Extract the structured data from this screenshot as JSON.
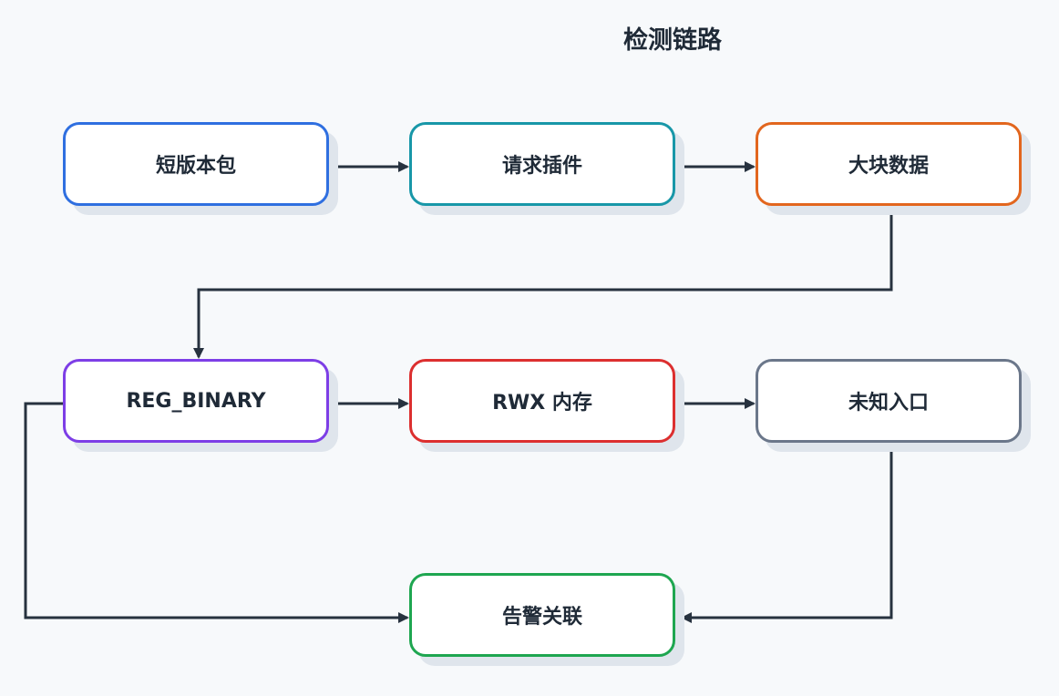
{
  "title": "检测链路",
  "nodes": [
    {
      "id": "n1",
      "label": "短版本包",
      "color": "#2f6fe0"
    },
    {
      "id": "n2",
      "label": "请求插件",
      "color": "#1897a8"
    },
    {
      "id": "n3",
      "label": "大块数据",
      "color": "#e2661e"
    },
    {
      "id": "n4",
      "label": "REG_BINARY",
      "color": "#7d3ee6"
    },
    {
      "id": "n5",
      "label": "RWX 内存",
      "color": "#dc2f2f"
    },
    {
      "id": "n6",
      "label": "未知入口",
      "color": "#6b778a"
    },
    {
      "id": "n7",
      "label": "告警关联",
      "color": "#1ea650"
    }
  ],
  "edges": [
    {
      "from": "短版本包",
      "to": "请求插件"
    },
    {
      "from": "请求插件",
      "to": "大块数据"
    },
    {
      "from": "大块数据",
      "to": "REG_BINARY"
    },
    {
      "from": "REG_BINARY",
      "to": "RWX 内存"
    },
    {
      "from": "RWX 内存",
      "to": "未知入口"
    },
    {
      "from": "REG_BINARY",
      "to": "告警关联"
    },
    {
      "from": "未知入口",
      "to": "告警关联"
    }
  ],
  "colors": {
    "edge": "#27323f",
    "background": "#f7f9fb",
    "shadow": "#dfe5ec"
  }
}
